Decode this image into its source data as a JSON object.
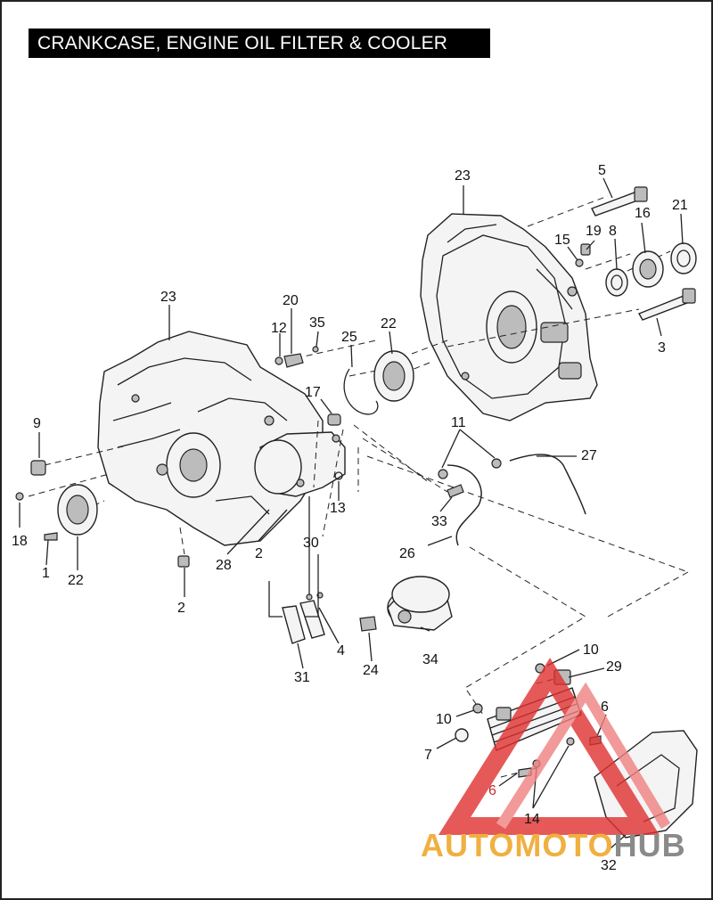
{
  "title": "CRANKCASE, ENGINE OIL FILTER & COOLER",
  "callouts": [
    {
      "id": "c23a",
      "label": "23"
    },
    {
      "id": "c5",
      "label": "5"
    },
    {
      "id": "c21",
      "label": "21"
    },
    {
      "id": "c16",
      "label": "16"
    },
    {
      "id": "c8",
      "label": "8"
    },
    {
      "id": "c19",
      "label": "19"
    },
    {
      "id": "c15",
      "label": "15"
    },
    {
      "id": "c3",
      "label": "3"
    },
    {
      "id": "c23b",
      "label": "23"
    },
    {
      "id": "c20",
      "label": "20"
    },
    {
      "id": "c12",
      "label": "12"
    },
    {
      "id": "c35",
      "label": "35"
    },
    {
      "id": "c25",
      "label": "25"
    },
    {
      "id": "c22a",
      "label": "22"
    },
    {
      "id": "c17",
      "label": "17"
    },
    {
      "id": "c9",
      "label": "9"
    },
    {
      "id": "c18",
      "label": "18"
    },
    {
      "id": "c1",
      "label": "1"
    },
    {
      "id": "c22b",
      "label": "22"
    },
    {
      "id": "c11",
      "label": "11"
    },
    {
      "id": "c27",
      "label": "27"
    },
    {
      "id": "c13",
      "label": "13"
    },
    {
      "id": "c33",
      "label": "33"
    },
    {
      "id": "c26",
      "label": "26"
    },
    {
      "id": "c30",
      "label": "30"
    },
    {
      "id": "c28",
      "label": "28"
    },
    {
      "id": "c2a",
      "label": "2"
    },
    {
      "id": "c2b",
      "label": "2"
    },
    {
      "id": "c4",
      "label": "4"
    },
    {
      "id": "c31",
      "label": "31"
    },
    {
      "id": "c24",
      "label": "24"
    },
    {
      "id": "c34",
      "label": "34"
    },
    {
      "id": "c10a",
      "label": "10"
    },
    {
      "id": "c29",
      "label": "29"
    },
    {
      "id": "c10b",
      "label": "10"
    },
    {
      "id": "c6a",
      "label": "6"
    },
    {
      "id": "c7",
      "label": "7"
    },
    {
      "id": "c6b",
      "label": "6"
    },
    {
      "id": "c14",
      "label": "14"
    },
    {
      "id": "c32",
      "label": "32"
    }
  ],
  "watermark": {
    "part_a": "AUTOMOTO",
    "part_b": "HUB",
    "color_a": "#f0b040",
    "color_b": "#8a8a8a",
    "logo_color": "#e03030"
  }
}
